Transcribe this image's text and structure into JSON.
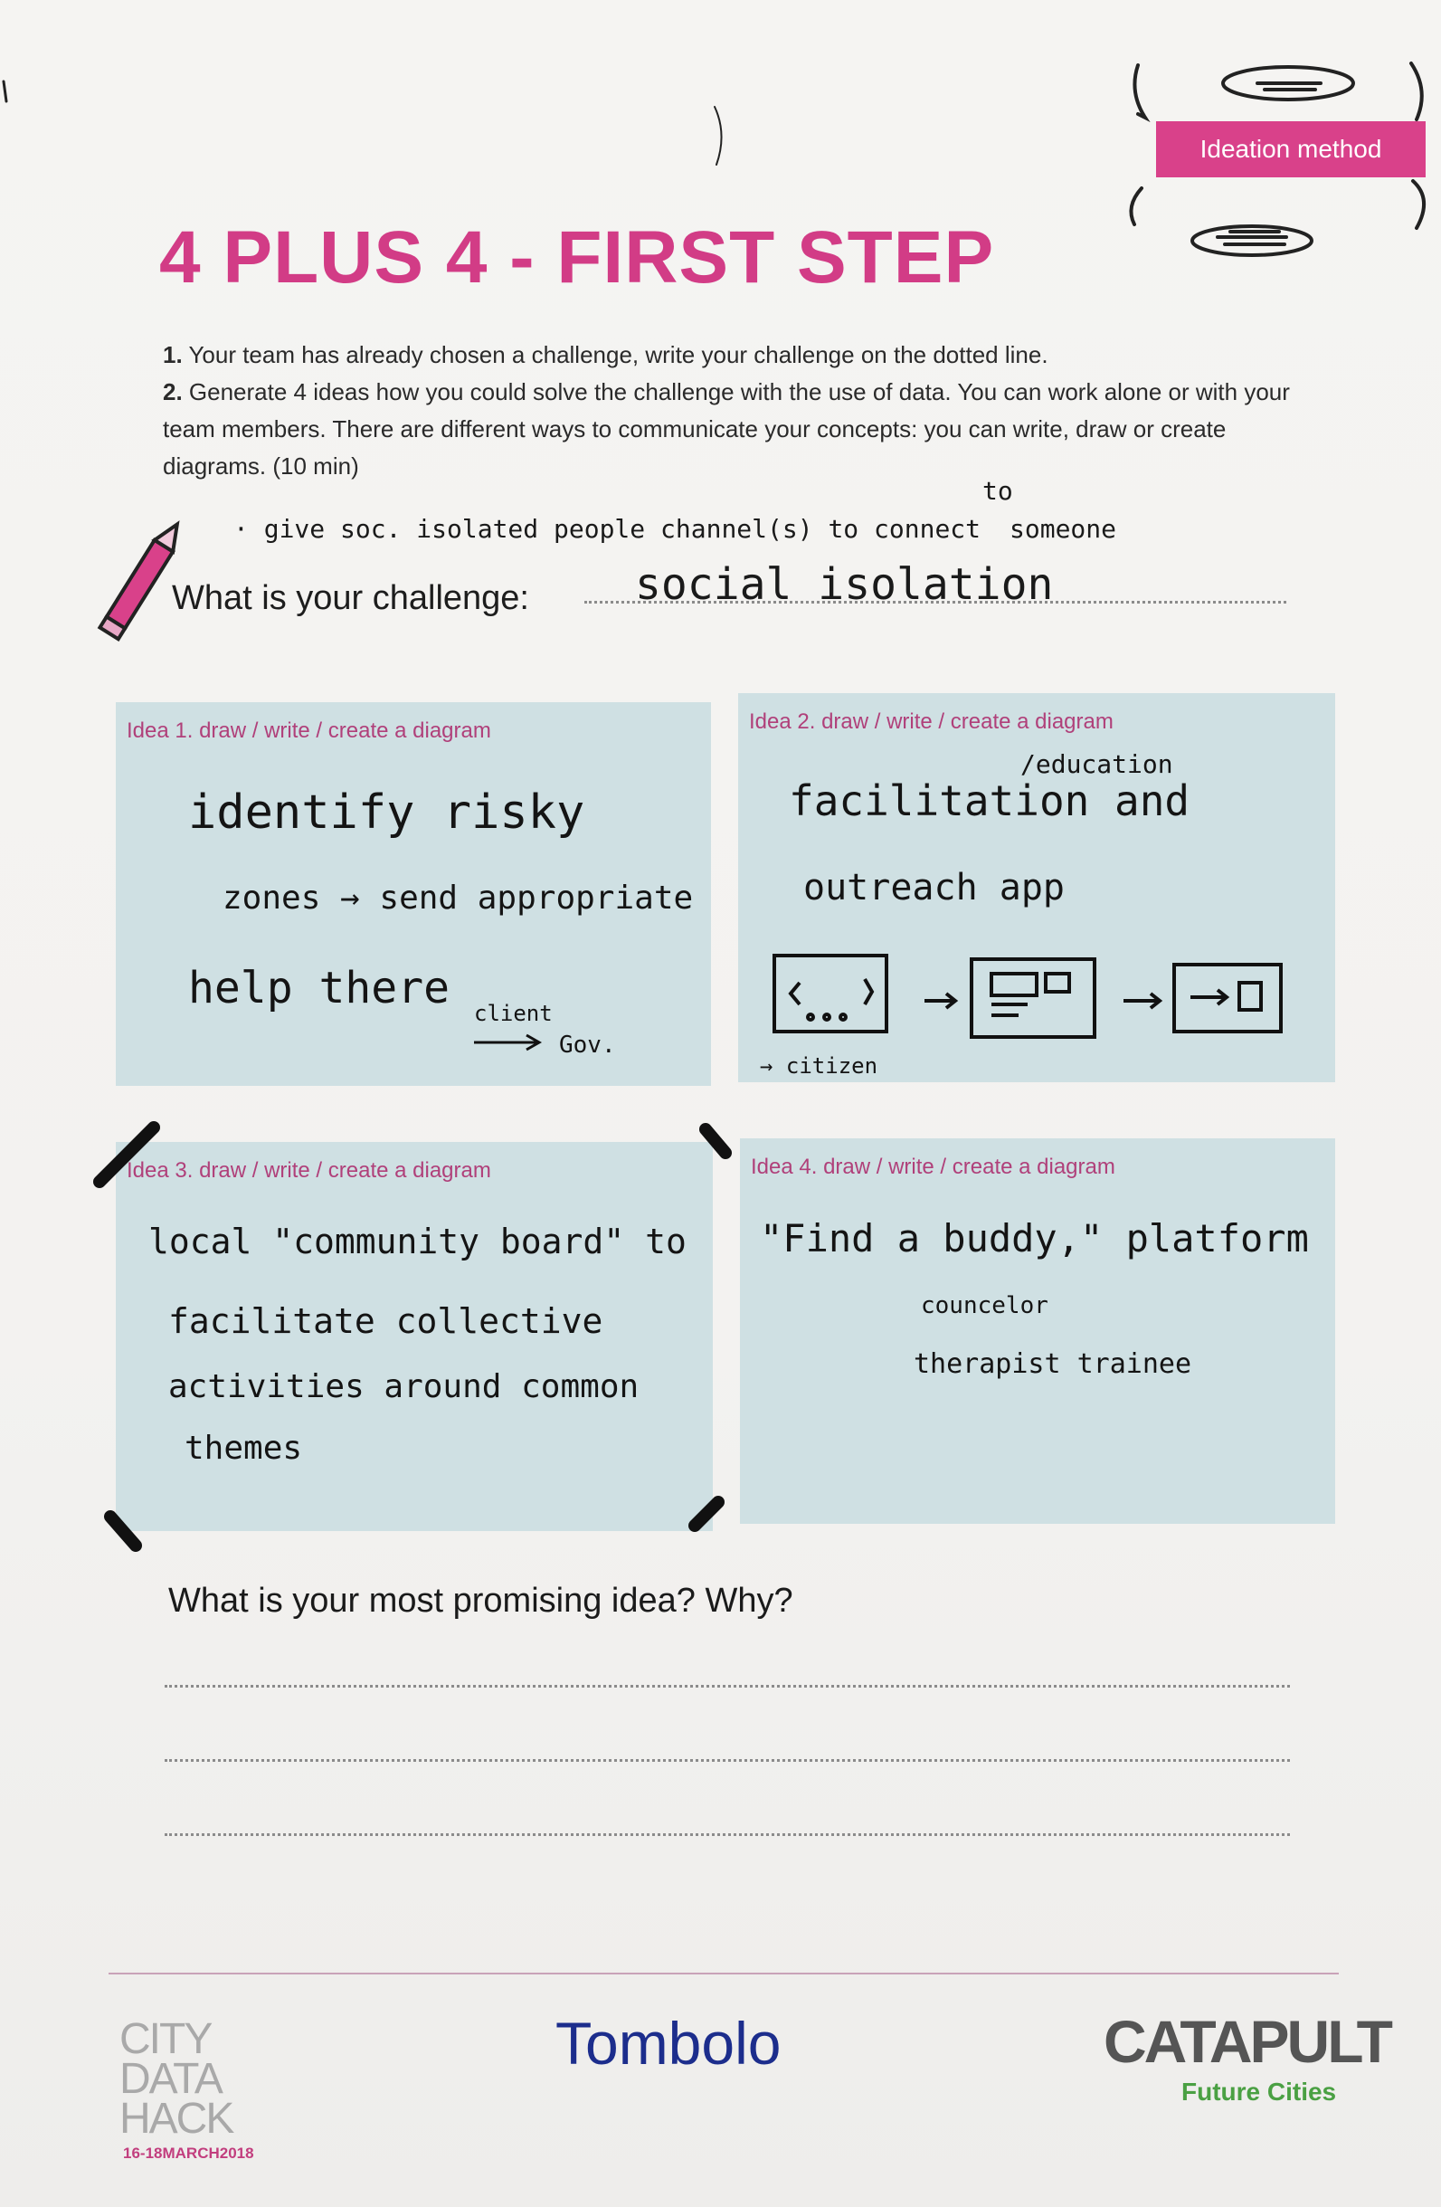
{
  "header": {
    "tag_label": "Ideation method",
    "title": "4 PLUS 4 - FIRST STEP"
  },
  "instructions": {
    "step1_num": "1.",
    "step1_text": " Your team has already chosen a challenge, write your challenge on the dotted line.",
    "step2_num": "2.",
    "step2_text": " Generate 4 ideas how you could solve the challenge with the use of data. You can work alone or with your team members. There are different ways to communicate your concepts: you can write, draw or create diagrams. (10 min)"
  },
  "challenge": {
    "label": "What is your challenge:",
    "handwritten_answer": "social isolation",
    "handwritten_note": "· give soc. isolated people channel(s) to connect",
    "handwritten_insert": "to",
    "handwritten_note_end": "someone"
  },
  "ideas": [
    {
      "caption": "Idea 1. draw / write / create a diagram",
      "lines": [
        "identify risky",
        "zones → send appropriate",
        "help there"
      ],
      "note_top": "client",
      "note_bottom": "Gov."
    },
    {
      "caption": "Idea 2. draw / write / create a diagram",
      "insert": "/education",
      "lines": [
        "facilitation and",
        "outreach app"
      ],
      "note": "→ citizen"
    },
    {
      "caption": "Idea 3. draw / write / create a diagram",
      "lines": [
        "local \"community board\" to",
        "facilitate collective",
        "activities around common",
        "themes"
      ]
    },
    {
      "caption": "Idea 4. draw / write / create a diagram",
      "lines": [
        "\"Find a buddy,\" platform",
        "councelor",
        "therapist trainee"
      ]
    }
  ],
  "question": {
    "label": "What is your most promising idea? Why?"
  },
  "footer": {
    "cdh_lines": [
      "CITY",
      "DATA",
      "HACK"
    ],
    "cdh_date": "16-18MARCH2018",
    "tombolo": "Tombolo",
    "catapult": "CATAPULT",
    "future_cities": "Future Cities"
  },
  "colors": {
    "brand_pink": "#d23c86",
    "card_blue": "#cfe0e3",
    "tombolo_blue": "#1c2d8c",
    "future_green": "#4aa043"
  }
}
